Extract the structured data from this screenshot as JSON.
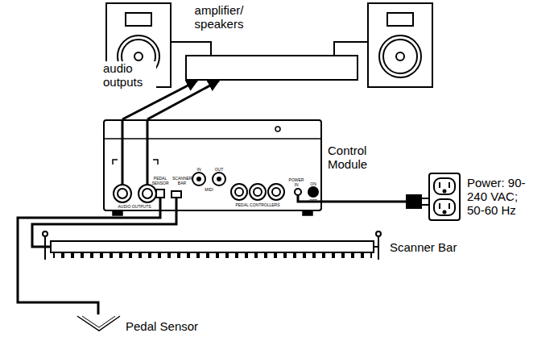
{
  "diagram": {
    "nodes": [
      {
        "text": [
          "amplifier/ speakers"
        ]
      },
      {
        "text": [
          "Control Module"
        ]
      },
      {
        "text": [
          "Power: 90-240 VAC; 50-60 Hz"
        ]
      },
      {
        "text": [
          "Scanner Bar"
        ]
      },
      {
        "text": [
          "Pedal Sensor"
        ]
      }
    ],
    "edges": [
      {
        "from": 1,
        "to": 0,
        "arrow": "to",
        "label": "audio outputs"
      },
      {
        "from": 1,
        "to": 0,
        "arrow": "to"
      },
      {
        "from": 1,
        "to": 2,
        "arrow": "none"
      },
      {
        "from": 1,
        "to": 3,
        "arrow": "none"
      },
      {
        "from": 1,
        "to": 4,
        "arrow": "none"
      }
    ],
    "labels": [
      "AUDIO OUTPUTS",
      "PEDAL SENSOR",
      "SCANNER BAR",
      "IN",
      "OUT",
      "MIDI",
      "PEDAL CONTROLLERS",
      "POWER IN",
      "ON",
      "OFF"
    ]
  }
}
